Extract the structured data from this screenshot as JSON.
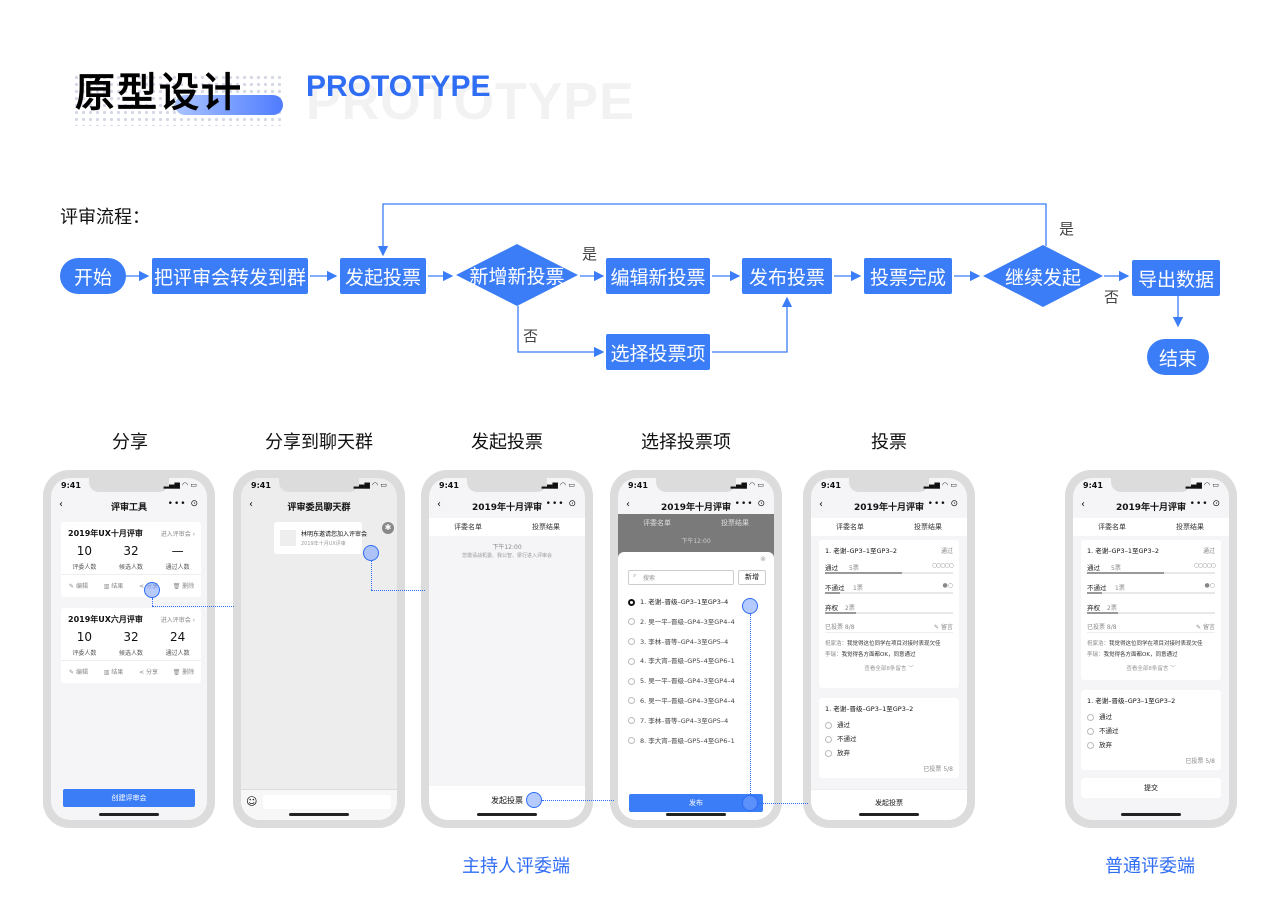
{
  "header": {
    "title": "原型设计",
    "subtitle": "PROTOTYPE",
    "ghost": "PROTOTYPE"
  },
  "flow": {
    "label": "评审流程：",
    "nodes": {
      "start": "开始",
      "forward": "把评审会转发到群",
      "initiate": "发起投票",
      "add_new": "新增新投票",
      "edit": "编辑新投票",
      "publish": "发布投票",
      "done": "投票完成",
      "continue": "继续发起",
      "export": "导出数据",
      "end": "结束",
      "select": "选择投票项"
    },
    "labels": {
      "yes1": "是",
      "no1": "否",
      "yes2": "是",
      "no2": "否"
    }
  },
  "sections": [
    "分享",
    "分享到聊天群",
    "发起投票",
    "选择投票项",
    "投票"
  ],
  "roles": {
    "host": "主持人评委端",
    "normal": "普通评委端"
  },
  "phones": {
    "time": "9:41",
    "capsule": "••• ⊙",
    "p1": {
      "title": "评审工具",
      "cards": [
        {
          "name": "2019年UX十月评审",
          "enter": "进入评审会 ›",
          "stats": [
            "10",
            "32",
            "—"
          ]
        },
        {
          "name": "2019年UX六月评审",
          "enter": "进入评审会 ›",
          "stats": [
            "10",
            "32",
            "24"
          ]
        }
      ],
      "stat_labels": [
        "评委人数",
        "候选人数",
        "通过人数"
      ],
      "actions": [
        "编辑",
        "结果",
        "分享",
        "删除"
      ],
      "create": "创建评审会"
    },
    "p2": {
      "title": "评审委员聊天群",
      "msg_title": "林明东邀请您加入评审会",
      "msg_sub": "2019年十月UX评审"
    },
    "p3": {
      "title": "2019年十月评审",
      "tabs": [
        "评委名单",
        "投票结果"
      ],
      "time": "下午12:00",
      "hint": "您邀请战机委、我公智、梁行进入评审会",
      "footer": "发起投票"
    },
    "p4": {
      "title": "2019年十月评审",
      "tabs": [
        "评委名单",
        "投票结果"
      ],
      "time": "下午12:00",
      "search": "搜索",
      "add": "新增",
      "items": [
        "1. 老谢–晋级–GP3–1至GP3–4",
        "2. 吴一平–晋级–GP4–3至GP4–4",
        "3. 李林–晋等–GP4–3至GP5–4",
        "4. 李大宵–晋级–GP5–4至GP6–1",
        "5. 吴一平–晋级–GP4–3至GP4–4",
        "6. 吴一平–晋级–GP4–3至GP4–4",
        "7. 李林–晋等–GP4–3至GP5–4",
        "8. 李大宵–晋级–GP5–4至GP6–1"
      ],
      "publish": "发布"
    },
    "vote": {
      "title": "2019年十月评审",
      "tabs": [
        "评委名单",
        "投票结果"
      ],
      "item_title": "1. 老谢–GP3–1至GP3–2",
      "status": "通过",
      "opts": [
        {
          "label": "通过",
          "count": "5票",
          "fill": 0.6
        },
        {
          "label": "不通过",
          "count": "1票",
          "fill": 0.12
        },
        {
          "label": "弃权",
          "count": "2票",
          "fill": 0.24
        }
      ],
      "voted": "已投票  8/8",
      "comment_btn": "留言",
      "c1_name": "祝家浩：",
      "c1_text": "我觉得这位同学在项目对接时表现欠佳",
      "c2_name": "李瑞：",
      "c2_text": "我觉得各方面都OK，同意通过",
      "more": "查看全部8条留言 ﹀",
      "item2_title": "1. 老谢–晋级–GP3–1至GP3–2",
      "item2_opts": [
        "通过",
        "不通过",
        "放弃"
      ],
      "item2_voted": "已投票  5/8",
      "submit": "提交",
      "footer": "发起投票"
    }
  }
}
